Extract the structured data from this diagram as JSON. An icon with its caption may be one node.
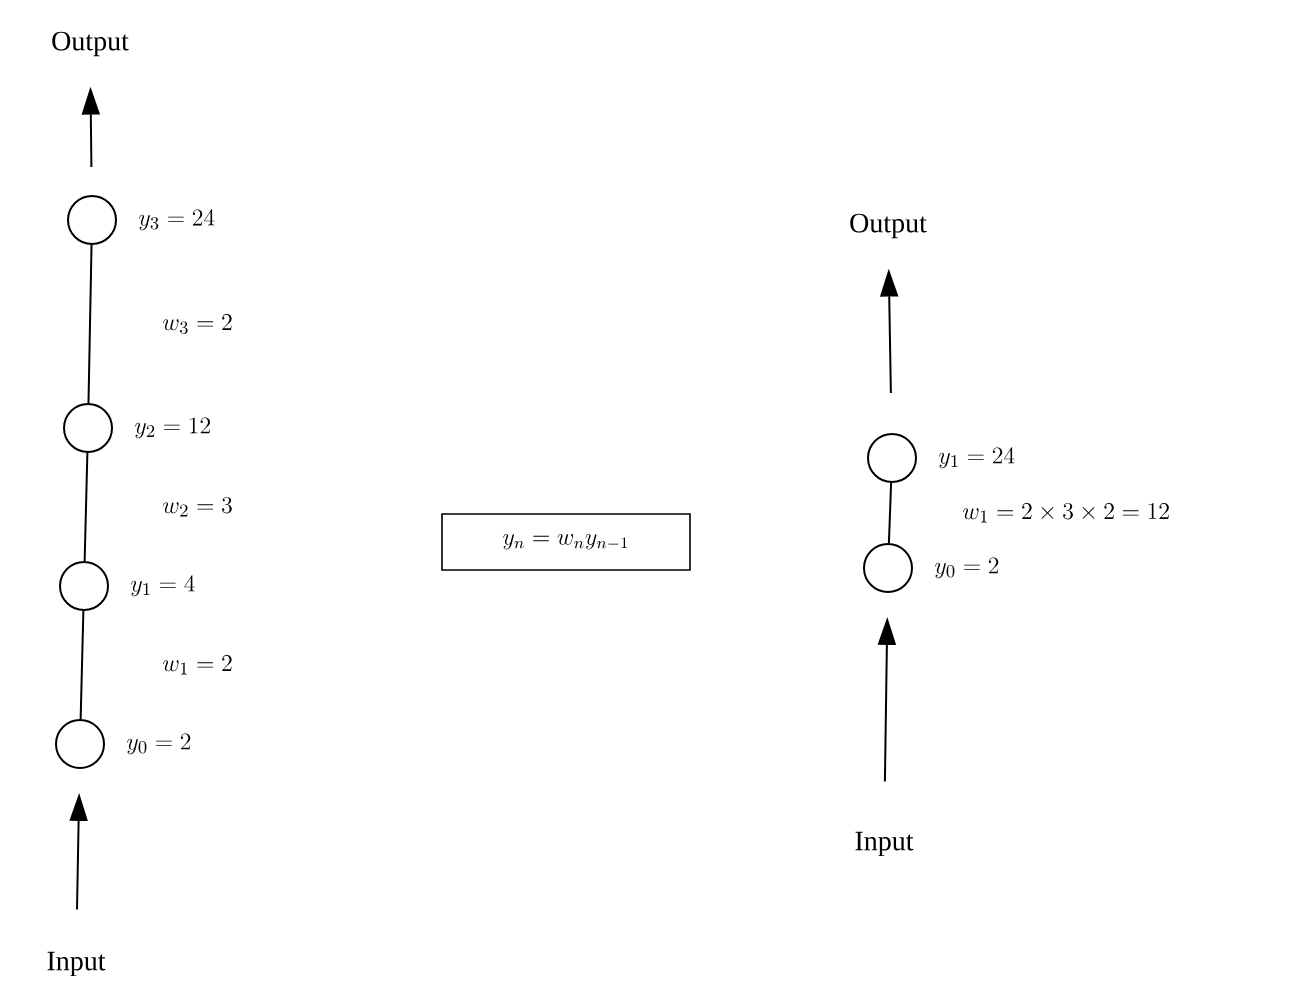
{
  "diagram": {
    "nodes": [
      {
        "text": [
          "Output"
        ]
      },
      {
        "text": [],
        "shape": "circle",
        "beside": [
          "y_3 = 24"
        ]
      },
      {
        "text": [],
        "shape": "circle",
        "beside": [
          "y_2 = 12"
        ]
      },
      {
        "text": [],
        "shape": "circle",
        "beside": [
          "y_1 = 4"
        ]
      },
      {
        "text": [],
        "shape": "circle",
        "beside": [
          "y_0 = 2"
        ]
      },
      {
        "text": [
          "Input"
        ]
      },
      {
        "text": [
          "y_n = w_n y_{n-1}"
        ]
      },
      {
        "text": [
          "Output"
        ]
      },
      {
        "text": [],
        "shape": "circle",
        "beside": [
          "y_1 = 24"
        ]
      },
      {
        "text": [],
        "shape": "circle",
        "beside": [
          "y_0 = 2"
        ]
      },
      {
        "text": [
          "Input"
        ]
      }
    ],
    "edges": [
      {
        "from": 1,
        "to": 0,
        "arrow": "to"
      },
      {
        "from": 2,
        "to": 1,
        "arrow": "none",
        "label": "w_3 = 2"
      },
      {
        "from": 3,
        "to": 2,
        "arrow": "none",
        "label": "w_2 = 3"
      },
      {
        "from": 4,
        "to": 3,
        "arrow": "none",
        "label": "w_1 = 2"
      },
      {
        "from": 5,
        "to": 4,
        "arrow": "to"
      },
      {
        "from": 8,
        "to": 7,
        "arrow": "to"
      },
      {
        "from": 9,
        "to": 8,
        "arrow": "none",
        "label": "w_1 = 2 \\times 3 \\times 2 = 12"
      },
      {
        "from": 10,
        "to": 9,
        "arrow": "to"
      }
    ]
  }
}
